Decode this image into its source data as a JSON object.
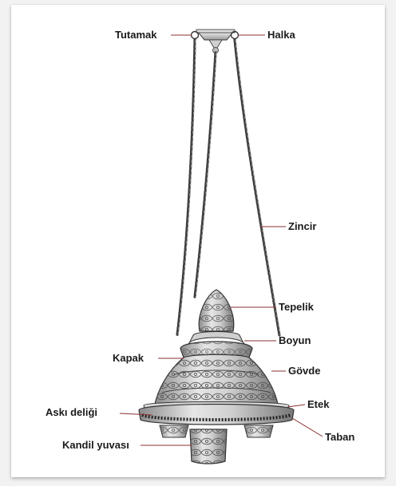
{
  "diagram": {
    "labels": {
      "tutamak": "Tutamak",
      "halka": "Halka",
      "zincir": "Zincir",
      "tepelik": "Tepelik",
      "boyun": "Boyun",
      "kapak": "Kapak",
      "govde": "Gövde",
      "aski_deligi": "Askı deliği",
      "etek": "Etek",
      "taban": "Taban",
      "kandil_yuvasi": "Kandil yuvası"
    },
    "colors": {
      "ink": "#1a1a1a",
      "metal_light": "#e8e8e8",
      "metal_mid": "#bdbdbd",
      "metal_dark": "#6e6e6e",
      "leader_line": "#b51a1a"
    }
  }
}
